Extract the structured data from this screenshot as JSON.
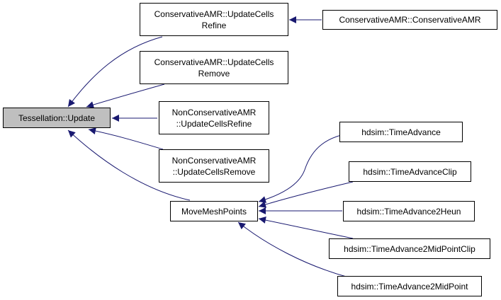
{
  "colors": {
    "edge": "#191970",
    "node_border": "#000000",
    "node_fill": "#ffffff",
    "root_fill": "#bfbfbf"
  },
  "nodes": {
    "root": {
      "lines": [
        "Tessellation::Update"
      ]
    },
    "ucr": {
      "lines": [
        "ConservativeAMR::UpdateCells",
        "Refine"
      ]
    },
    "camr": {
      "lines": [
        "ConservativeAMR::ConservativeAMR"
      ]
    },
    "ucrm": {
      "lines": [
        "ConservativeAMR::UpdateCells",
        "Remove"
      ]
    },
    "ncref": {
      "lines": [
        "NonConservativeAMR",
        "::UpdateCellsRefine"
      ]
    },
    "ncrem": {
      "lines": [
        "NonConservativeAMR",
        "::UpdateCellsRemove"
      ]
    },
    "mmp": {
      "lines": [
        "MoveMeshPoints"
      ]
    },
    "ta": {
      "lines": [
        "hdsim::TimeAdvance"
      ]
    },
    "tac": {
      "lines": [
        "hdsim::TimeAdvanceClip"
      ]
    },
    "ta2h": {
      "lines": [
        "hdsim::TimeAdvance2Heun"
      ]
    },
    "ta2mpc": {
      "lines": [
        "hdsim::TimeAdvance2MidPointClip"
      ]
    },
    "ta2mp": {
      "lines": [
        "hdsim::TimeAdvance2MidPoint"
      ]
    }
  },
  "edges": [
    {
      "from": "ucr",
      "to": "root"
    },
    {
      "from": "ucrm",
      "to": "root"
    },
    {
      "from": "ncref",
      "to": "root"
    },
    {
      "from": "ncrem",
      "to": "root"
    },
    {
      "from": "mmp",
      "to": "root"
    },
    {
      "from": "camr",
      "to": "ucr"
    },
    {
      "from": "ta",
      "to": "mmp"
    },
    {
      "from": "tac",
      "to": "mmp"
    },
    {
      "from": "ta2h",
      "to": "mmp"
    },
    {
      "from": "ta2mpc",
      "to": "mmp"
    },
    {
      "from": "ta2mp",
      "to": "mmp"
    }
  ]
}
